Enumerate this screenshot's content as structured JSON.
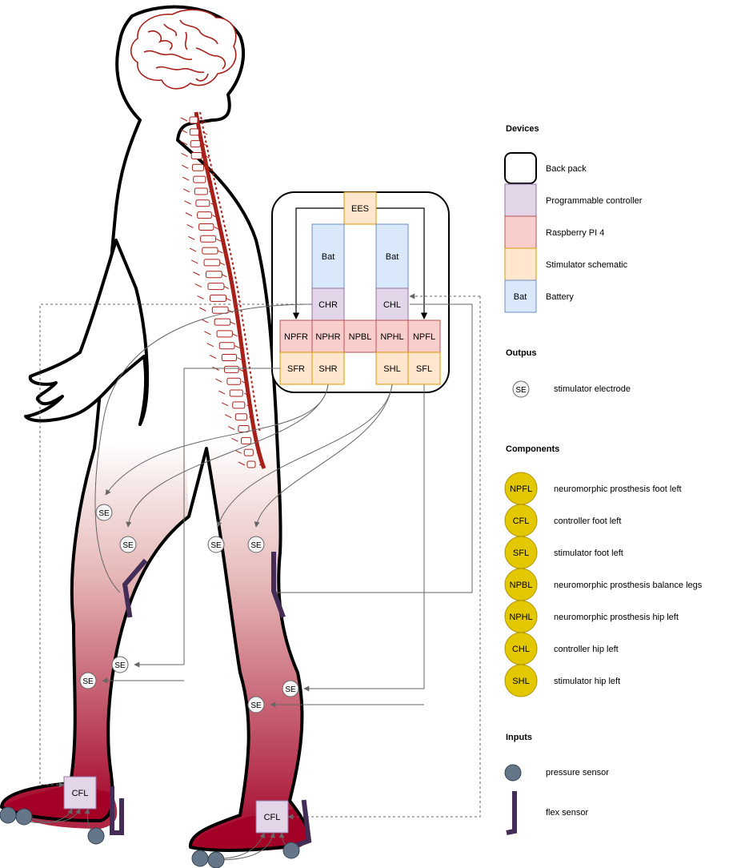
{
  "device_blocks": {
    "ees": "EES",
    "bat_right": "Bat",
    "bat_left": "Bat",
    "chr": "CHR",
    "chl": "CHL",
    "npfr": "NPFR",
    "nphr": "NPHR",
    "npbl": "NPBL",
    "nphl": "NPHL",
    "npfl": "NPFL",
    "sfr": "SFR",
    "shr": "SHR",
    "shl": "SHL",
    "sfl": "SFL"
  },
  "electrode_label": "SE",
  "foot_controllers": {
    "right": "CFL",
    "left": "CFL"
  },
  "legend": {
    "devices_title": "Devices",
    "devices": [
      {
        "label": "Back pack",
        "swatch": "",
        "fill": "#ffffff",
        "stroke": "#000000"
      },
      {
        "label": "Programmable controller",
        "swatch": "",
        "fill": "#e1d5e7",
        "stroke": "#9673a6"
      },
      {
        "label": "Raspberry PI 4",
        "swatch": "",
        "fill": "#f8cecc",
        "stroke": "#b85450"
      },
      {
        "label": "Stimulator schematic",
        "swatch": "",
        "fill": "#ffe6cc",
        "stroke": "#d79b00"
      },
      {
        "label": "Battery",
        "swatch": "Bat",
        "fill": "#dae8fc",
        "stroke": "#6c8ebf"
      }
    ],
    "outputs_title": "Outpus",
    "outputs": [
      {
        "symbol": "SE",
        "label": "stimulator electrode"
      }
    ],
    "components_title": "Components",
    "components": [
      {
        "abbr": "NPFL",
        "label": "neuromorphic prosthesis foot left"
      },
      {
        "abbr": "CFL",
        "label": "controller foot left"
      },
      {
        "abbr": "SFL",
        "label": "stimulator foot left"
      },
      {
        "abbr": "NPBL",
        "label": "neuromorphic prosthesis balance legs"
      },
      {
        "abbr": "NPHL",
        "label": "neuromorphic prosthesis hip left"
      },
      {
        "abbr": "CHL",
        "label": "controller hip left"
      },
      {
        "abbr": "SHL",
        "label": "stimulator hip left"
      }
    ],
    "inputs_title": "Inputs",
    "inputs": [
      {
        "symbol": "pressure-sensor",
        "label": "pressure sensor"
      },
      {
        "symbol": "flex-sensor",
        "label": "flex sensor"
      }
    ]
  },
  "colors": {
    "component_fill": "#e3c800",
    "component_stroke": "#b09500",
    "sensor_fill": "#647687",
    "flex_sensor": "#432d57",
    "leg_top": "#ffffff",
    "leg_bottom": "#a20025",
    "spine": "#a8201a"
  }
}
